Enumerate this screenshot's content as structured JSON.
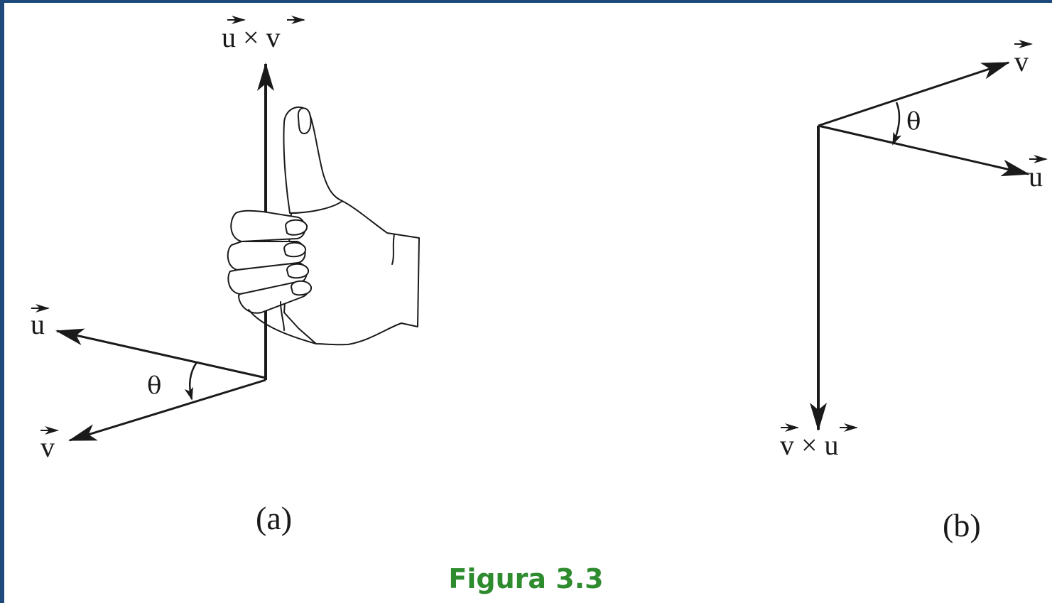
{
  "figure": {
    "caption": "Figura 3.3",
    "border_color": "#1e4a7b",
    "caption_color": "#2e8b2e"
  },
  "panel_a": {
    "label": "(a)",
    "top_vector": "u × v",
    "u_label": "u",
    "v_label": "v",
    "angle_label": "θ",
    "hand": "right-hand-thumbs-up"
  },
  "panel_b": {
    "label": "(b)",
    "bottom_vector": "v × u",
    "u_label": "u",
    "v_label": "v",
    "angle_label": "θ"
  }
}
